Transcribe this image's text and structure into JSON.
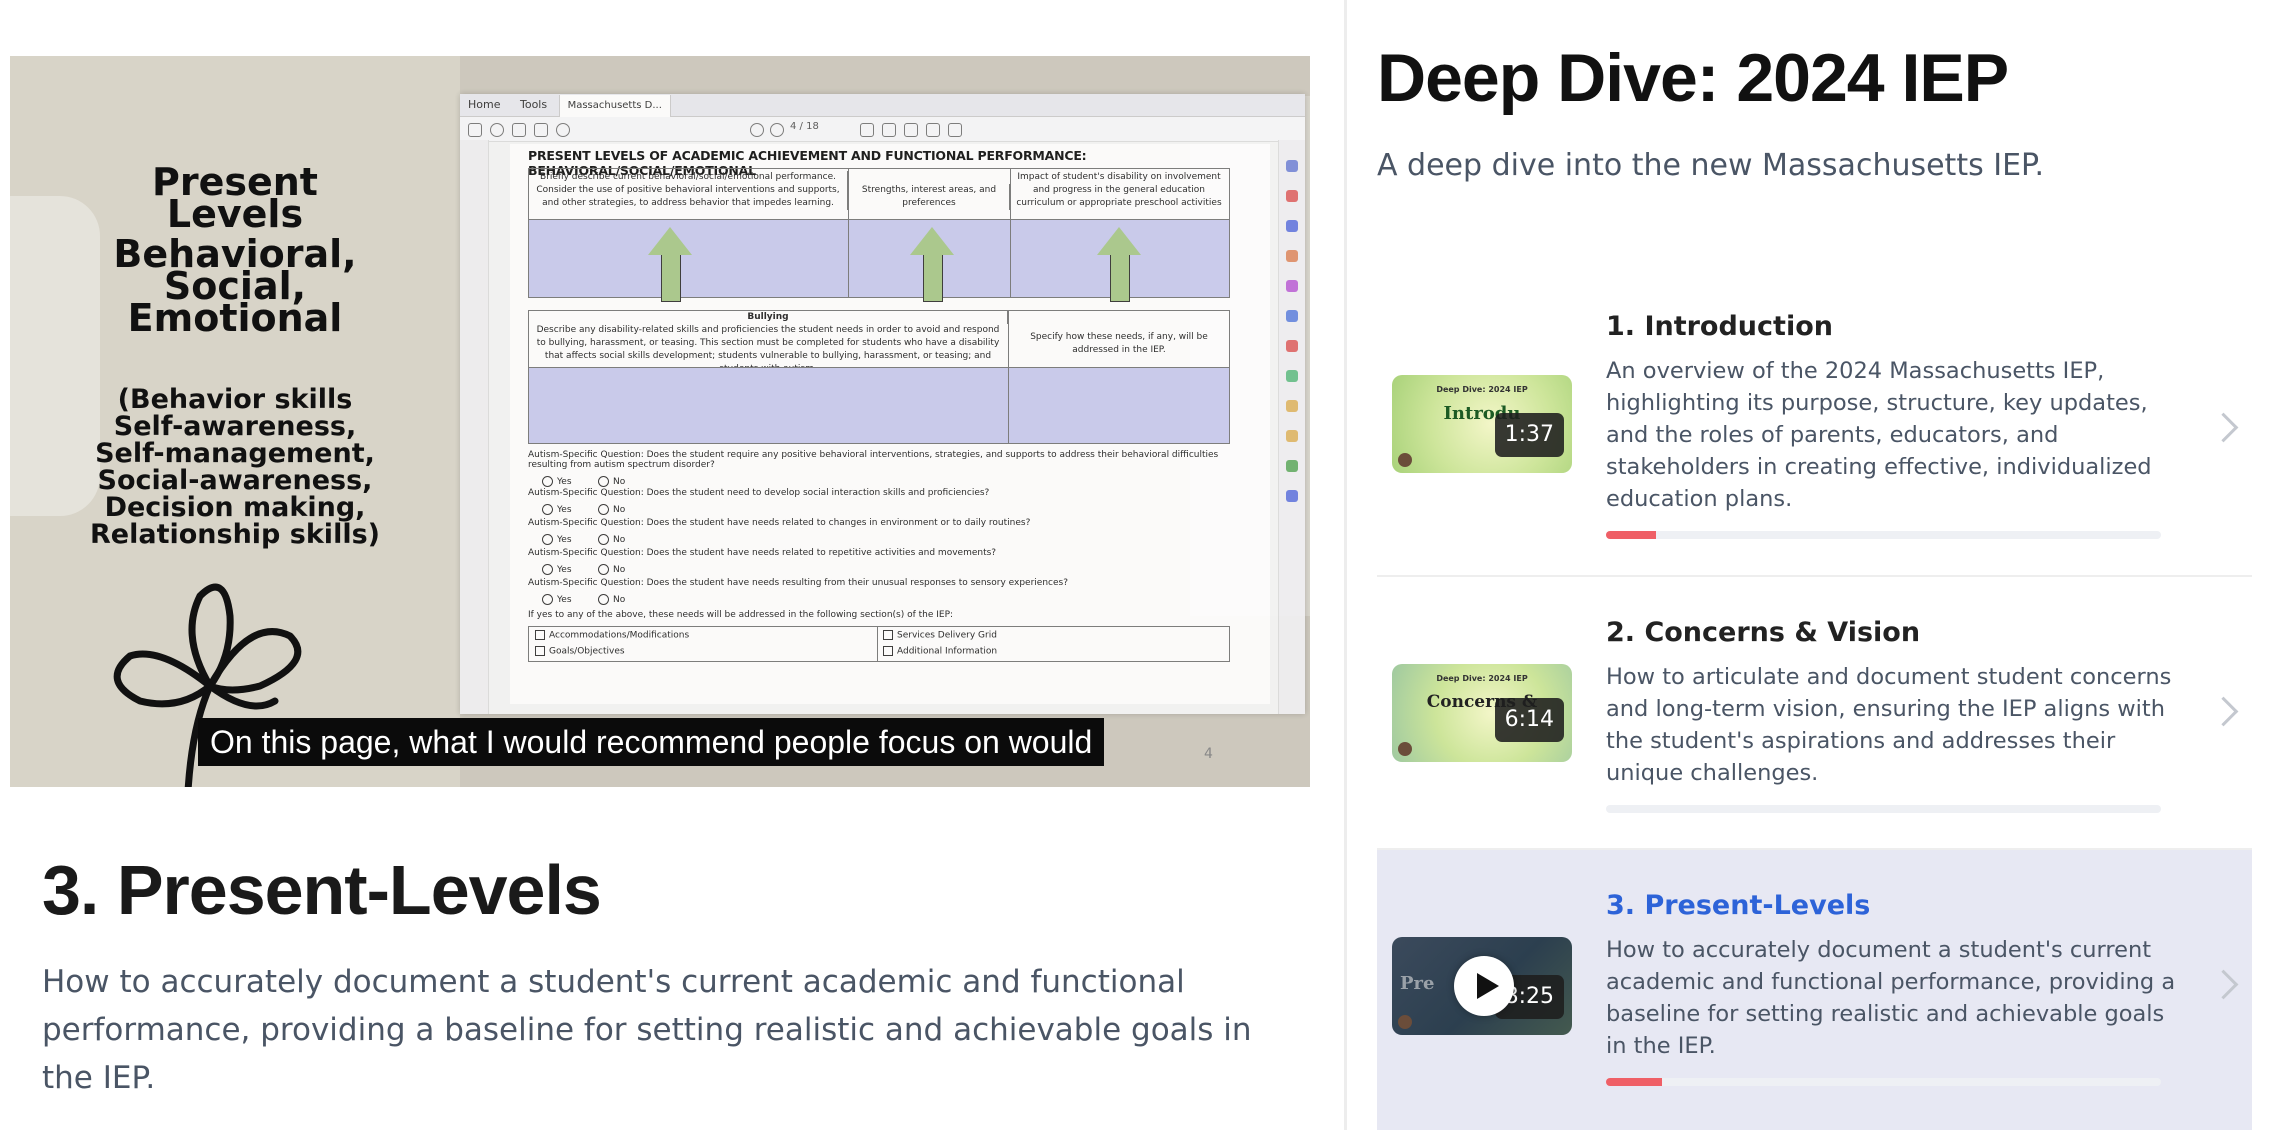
{
  "video": {
    "slide": {
      "title_lines": [
        "Present",
        "Levels",
        "Behavioral,",
        "Social,",
        "Emotional"
      ],
      "subtitle_lines": [
        "(Behavior skills",
        "Self-awareness,",
        "Self-management,",
        "Social-awareness,",
        "Decision making,",
        "Relationship skills)"
      ]
    },
    "pdf": {
      "tabs": [
        "Home",
        "Tools",
        "Massachusetts D..."
      ],
      "page_indicator": "4 / 18",
      "heading": "PRESENT LEVELS OF ACADEMIC ACHIEVEMENT AND FUNCTIONAL PERFORMANCE: BEHAVIORAL/SOCIAL/EMOTIONAL",
      "col1": "Briefly describe current behavioral/social/emotional performance. Consider the use of positive behavioral interventions and supports, and other strategies, to address behavior that impedes learning.",
      "col2": "Strengths, interest areas, and preferences",
      "col3": "Impact of student's disability on involvement and progress in the general education curriculum or appropriate preschool activities",
      "bullying_title": "Bullying",
      "bullying_text": "Describe any disability-related skills and proficiencies the student needs in order to avoid and respond to bullying, harassment, or teasing. This section must be completed for students who have a disability that affects social skills development; students vulnerable to bullying, harassment, or teasing; and students with autism.",
      "bullying_col2": "Specify how these needs, if any, will be addressed in the IEP.",
      "questions": [
        "Autism-Specific Question: Does the student require any positive behavioral interventions, strategies, and supports to address their behavioral difficulties resulting from autism spectrum disorder?",
        "Autism-Specific Question: Does the student need to develop social interaction skills and proficiencies?",
        "Autism-Specific Question: Does the student have needs related to changes in environment or to daily routines?",
        "Autism-Specific Question: Does the student have needs related to repetitive activities and movements?",
        "Autism-Specific Question: Does the student have needs resulting from their unusual responses to sensory experiences?"
      ],
      "yes": "Yes",
      "no": "No",
      "if_yes": "If yes to any of the above, these needs will be addressed in the following section(s) of the IEP:",
      "checkboxes": [
        "Accommodations/Modifications",
        "Services Delivery Grid",
        "Goals/Objectives",
        "Additional Information"
      ]
    },
    "caption": "On this page, what I would recommend people focus on would",
    "page_number": "4"
  },
  "main": {
    "title": "3. Present-Levels",
    "description": "How to accurately document a student's current academic and functional performance, providing a baseline for setting realistic and achievable goals in the IEP."
  },
  "sidebar": {
    "course_title": "Deep Dive: 2024 IEP",
    "course_subtitle": "A deep dive into the new Massachusetts IEP.",
    "lessons": [
      {
        "title": "1. Introduction",
        "description": "An overview of the 2024 Massachusetts IEP, highlighting its purpose, structure, key updates, and the roles of parents, educators, and stakeholders in creating effective, individualized education plans.",
        "duration": "1:37",
        "thumb_title": "Introdu",
        "thumb_sub": "Deep Dive: 2024 IEP",
        "progress": 0.09
      },
      {
        "title": "2. Concerns & Vision",
        "description": "How to articulate and document student concerns and long-term vision, ensuring the IEP aligns with the student's aspirations and addresses their unique challenges.",
        "duration": "6:14",
        "thumb_title": "Concerns &",
        "thumb_sub": "Deep Dive: 2024 IEP",
        "progress": 0.0
      },
      {
        "title": "3. Present-Levels",
        "description": "How to accurately document a student's current academic and functional performance, providing a baseline for setting realistic and achievable goals in the IEP.",
        "duration": "8:25",
        "thumb_title": "Pre",
        "progress": 0.1
      }
    ]
  },
  "colors": {
    "accent": "#2d63d8",
    "progress": "#ef5f66",
    "active_bg": "#e7e8f3",
    "muted_text": "#4a5565"
  }
}
